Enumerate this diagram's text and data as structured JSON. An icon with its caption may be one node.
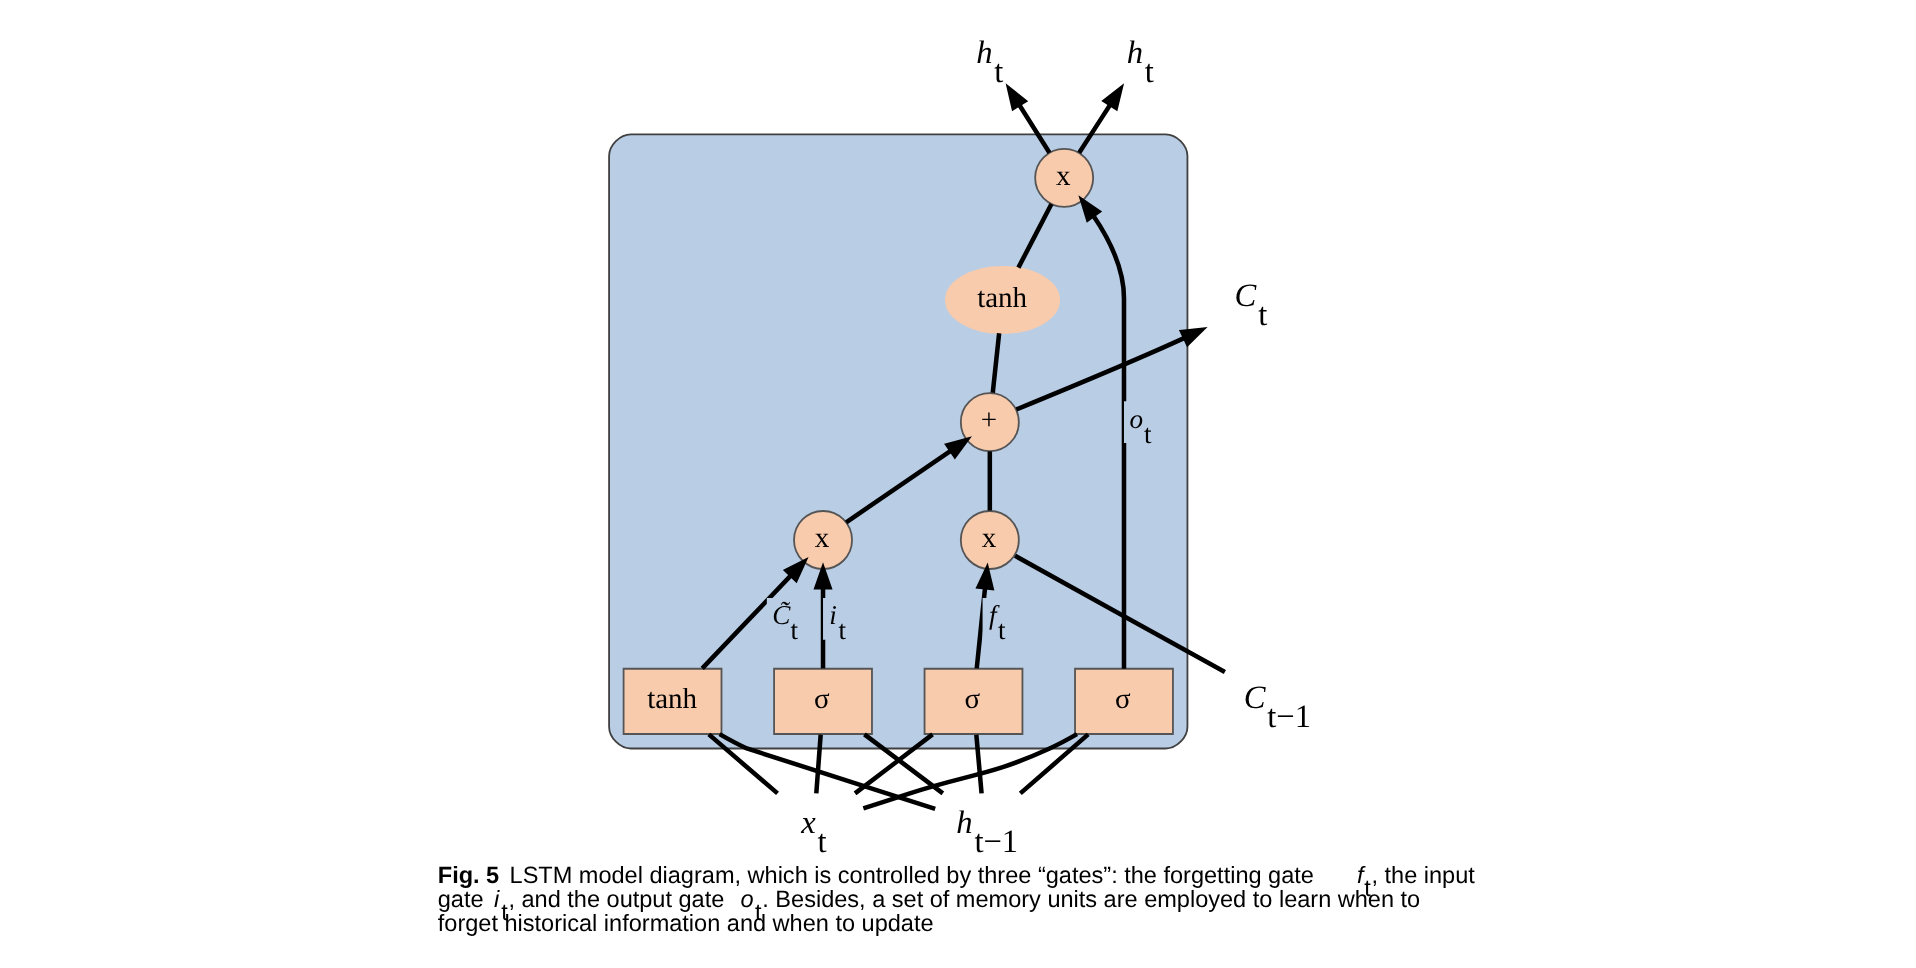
{
  "diagram": {
    "caption": "**Fig. 5**  LSTM model diagram, which is controlled by three “gates”: the forgetting gate *f*$_{t}$, the input gate *i*$_{t}$, and the output gate *o*$_{t}$. Besides, a set of memory units are employed to learn when to forget historical information and when to update",
    "nodes": [
      {
        "text": [],
        "shape": "box"
      },
      {
        "text": [
          "*C*$_{t−1}$"
        ]
      },
      {
        "text": [
          "x"
        ],
        "in": 0
      },
      {
        "text": [
          "+"
        ],
        "in": 0
      },
      {
        "text": [
          "*C*$_{t}$"
        ]
      },
      {
        "text": [
          "tanh"
        ],
        "in": 0
      },
      {
        "text": [
          "x"
        ],
        "in": 0
      },
      {
        "text": [
          "x"
        ],
        "in": 0
      },
      {
        "text": [
          "σ"
        ],
        "in": 0
      },
      {
        "text": [
          "σ"
        ],
        "in": 0
      },
      {
        "text": [
          "tanh"
        ],
        "in": 0
      },
      {
        "text": [
          "σ"
        ],
        "in": 0
      },
      {
        "text": [
          "*h*$_{t−1}$"
        ]
      },
      {
        "text": [
          "*h*$_{t}$"
        ]
      },
      {
        "text": [
          "*h*$_{t}$"
        ]
      },
      {
        "text": [
          "*x*$_{t}$"
        ]
      }
    ],
    "edges": [
      {
        "from": 1,
        "to": 2,
        "arrow": "none"
      },
      {
        "from": 2,
        "to": 3,
        "arrow": "none"
      },
      {
        "from": 3,
        "to": 4,
        "arrow": "to"
      },
      {
        "from": 3,
        "to": 5,
        "arrow": "none"
      },
      {
        "from": 5,
        "to": 7,
        "arrow": "none"
      },
      {
        "from": 7,
        "to": 13,
        "arrow": "to"
      },
      {
        "from": 7,
        "to": 14,
        "arrow": "to"
      },
      {
        "from": 8,
        "to": 2,
        "arrow": "to",
        "label": "*f*$_{t}$"
      },
      {
        "from": 9,
        "to": 6,
        "arrow": "to",
        "label": "*i*$_{t}$"
      },
      {
        "from": 10,
        "to": 6,
        "arrow": "to",
        "label": "*C̃*$_{t}$"
      },
      {
        "from": 6,
        "to": 3,
        "arrow": "to"
      },
      {
        "from": 11,
        "to": 7,
        "arrow": "to",
        "label": "*o*$_{t}$"
      },
      {
        "from": 12,
        "to": 8,
        "arrow": "none"
      },
      {
        "from": 12,
        "to": 9,
        "arrow": "none"
      },
      {
        "from": 12,
        "to": 10,
        "arrow": "none"
      },
      {
        "from": 12,
        "to": 11,
        "arrow": "none"
      },
      {
        "from": 15,
        "to": 8,
        "arrow": "none"
      },
      {
        "from": 15,
        "to": 9,
        "arrow": "none"
      },
      {
        "from": 15,
        "to": 10,
        "arrow": "none"
      },
      {
        "from": 15,
        "to": 11,
        "arrow": "none"
      }
    ]
  }
}
